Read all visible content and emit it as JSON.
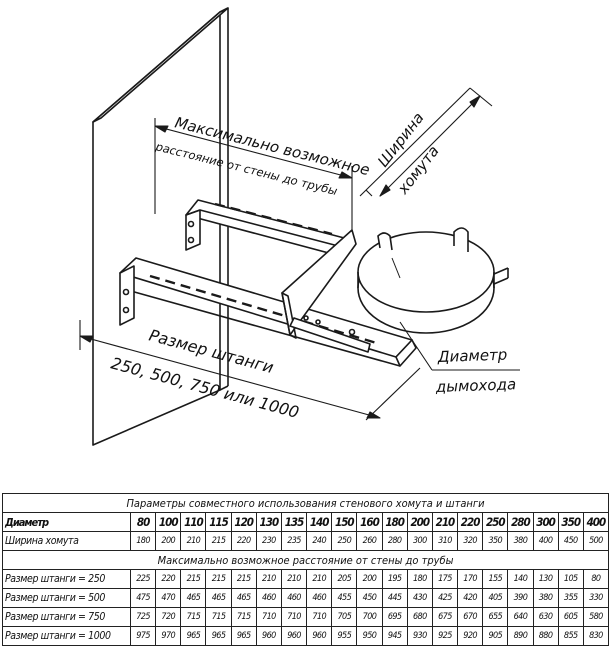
{
  "drawing": {
    "max_distance_line1": "Максимально возможное",
    "max_distance_line2": "расстояние от стены до трубы",
    "clamp_width_line1": "Ширина",
    "clamp_width_line2": "хомута",
    "chimney_diameter_line1": "Диаметр",
    "chimney_diameter_line2": "дымохода",
    "rod_size_line1": "Размер штанги",
    "rod_size_line2": "250, 500, 750 или 1000"
  },
  "table": {
    "caption": "Параметры совместного использования стенового хомута и штанги",
    "diameter_label": "Диаметр",
    "diameters": [
      "80",
      "100",
      "110",
      "115",
      "120",
      "130",
      "135",
      "140",
      "150",
      "160",
      "180",
      "200",
      "210",
      "220",
      "250",
      "280",
      "300",
      "350",
      "400"
    ],
    "clamp_width_label": "Ширина хомута",
    "clamp_widths": [
      "180",
      "200",
      "210",
      "215",
      "220",
      "230",
      "235",
      "240",
      "250",
      "260",
      "280",
      "300",
      "310",
      "320",
      "350",
      "380",
      "400",
      "450",
      "500"
    ],
    "section_title": "Максимально возможное расстояние от стены до трубы",
    "rows": [
      {
        "label": "Размер штанги = 250",
        "values": [
          "225",
          "220",
          "215",
          "215",
          "215",
          "210",
          "210",
          "210",
          "205",
          "200",
          "195",
          "180",
          "175",
          "170",
          "155",
          "140",
          "130",
          "105",
          "80"
        ]
      },
      {
        "label": "Размер штанги = 500",
        "values": [
          "475",
          "470",
          "465",
          "465",
          "465",
          "460",
          "460",
          "460",
          "455",
          "450",
          "445",
          "430",
          "425",
          "420",
          "405",
          "390",
          "380",
          "355",
          "330"
        ]
      },
      {
        "label": "Размер штанги = 750",
        "values": [
          "725",
          "720",
          "715",
          "715",
          "715",
          "710",
          "710",
          "710",
          "705",
          "700",
          "695",
          "680",
          "675",
          "670",
          "655",
          "640",
          "630",
          "605",
          "580"
        ]
      },
      {
        "label": "Размер штанги = 1000",
        "values": [
          "975",
          "970",
          "965",
          "965",
          "965",
          "960",
          "960",
          "960",
          "955",
          "950",
          "945",
          "930",
          "925",
          "920",
          "905",
          "890",
          "880",
          "855",
          "830"
        ]
      }
    ]
  }
}
